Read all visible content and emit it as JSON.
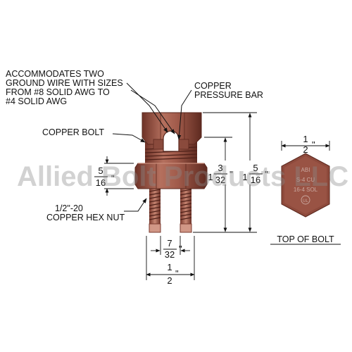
{
  "colors": {
    "copper": "#a05a4a",
    "copper_dark": "#6e3328",
    "copper_light": "#c07a68",
    "line": "#111111"
  },
  "watermark": "Allied Bolt Products LLC",
  "callouts": {
    "accommodates": [
      "ACCOMMODATES TWO",
      "GROUND WIRE WITH SIZES",
      "FROM #8 SOLID AWG TO",
      "#4 SOLID AWG"
    ],
    "pressure_bar": [
      "COPPER",
      "PRESSURE BAR"
    ],
    "copper_bolt": "COPPER BOLT",
    "hex_nut": [
      "1/2\"-20",
      "COPPER HEX NUT"
    ]
  },
  "dimensions": {
    "nut_height": {
      "whole": "",
      "num": "5",
      "den": "16",
      "unit": "\""
    },
    "inner_height": {
      "whole": "1",
      "num": "3",
      "den": "32",
      "unit": "\""
    },
    "overall_height": {
      "whole": "1",
      "num": "5",
      "den": "16",
      "unit": "\""
    },
    "slot_width": {
      "num": "7",
      "den": "32",
      "unit": "\""
    },
    "overall_width": {
      "num": "1",
      "den": "2",
      "unit": "\""
    },
    "top_width": {
      "num": "1",
      "den": "2",
      "unit": "\""
    }
  },
  "top_of_bolt": {
    "caption": "TOP OF BOLT",
    "stamp": [
      "ABI",
      "S-4 CU",
      "16-4 SOL"
    ],
    "ul_mark": "UL"
  }
}
